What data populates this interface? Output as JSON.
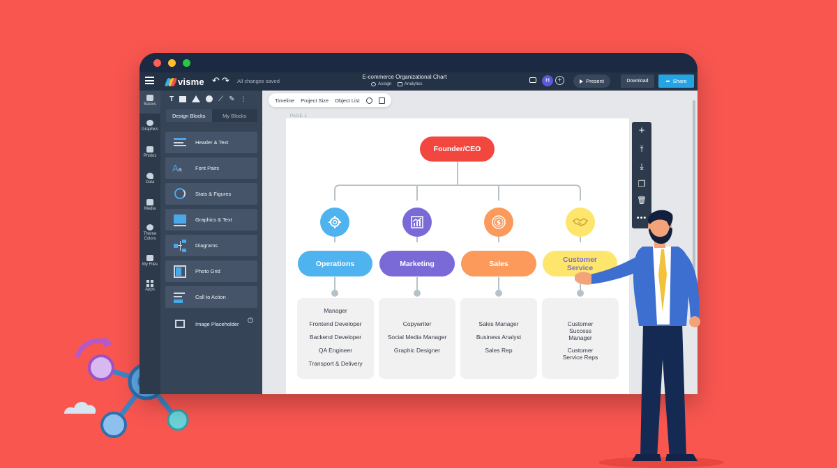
{
  "app": {
    "logo_text": "visme",
    "save_status": "All changes saved",
    "document_title": "E-commerce Organizational Chart",
    "assign_label": "Assign",
    "analytics_label": "Analytics",
    "avatar_initial": "H",
    "present_label": "Present",
    "download_label": "Download",
    "share_label": "Share"
  },
  "rail": {
    "items": [
      {
        "label": "Basics",
        "icon": "basics-icon"
      },
      {
        "label": "Graphics",
        "icon": "graphics-icon"
      },
      {
        "label": "Photos",
        "icon": "photos-icon"
      },
      {
        "label": "Data",
        "icon": "data-icon"
      },
      {
        "label": "Media",
        "icon": "media-icon"
      },
      {
        "label": "Theme Colors",
        "icon": "palette-icon"
      },
      {
        "label": "My Files",
        "icon": "folder-icon"
      },
      {
        "label": "Apps",
        "icon": "apps-icon"
      }
    ]
  },
  "panel": {
    "tools": [
      "T"
    ],
    "tabs": [
      "Design Blocks",
      "My Blocks"
    ],
    "blocks": [
      "Header & Text",
      "Font Pairs",
      "Stats & Figures",
      "Graphics & Text",
      "Diagrams",
      "Photo Grid",
      "Call to Action",
      "Image Placeholder"
    ]
  },
  "canvas": {
    "toolbar": [
      "Timeline",
      "Project Size",
      "Object List"
    ],
    "page_label": "PAGE 1"
  },
  "org_chart": {
    "root": "Founder/CEO",
    "departments": [
      {
        "name": "Operations",
        "color": "#4fb3ef",
        "icon": "gear-icon",
        "roles": [
          "Manager",
          "Frontend Developer",
          "Backend Developer",
          "QA Engineer",
          "Transport & Delivery"
        ]
      },
      {
        "name": "Marketing",
        "color": "#7a6ad8",
        "icon": "chart-icon",
        "roles": [
          "Copywriter",
          "Social Media Manager",
          "Graphic Designer"
        ]
      },
      {
        "name": "Sales",
        "color": "#fb9a5a",
        "icon": "dollar-icon",
        "roles": [
          "Sales Manager",
          "Business Analyst",
          "Sales Rep"
        ]
      },
      {
        "name": "Customer Service",
        "color": "#fde66b",
        "icon": "handshake-icon",
        "roles": [
          "Customer Success Manager",
          "Customer Service Reps"
        ]
      }
    ],
    "colors": {
      "root": "#f2473f",
      "connector": "#b6c2c9",
      "card": "#f1f1f2"
    }
  },
  "colors": {
    "background": "#f95650",
    "window": "#2c3a4b",
    "accent": "#26a3e3"
  }
}
